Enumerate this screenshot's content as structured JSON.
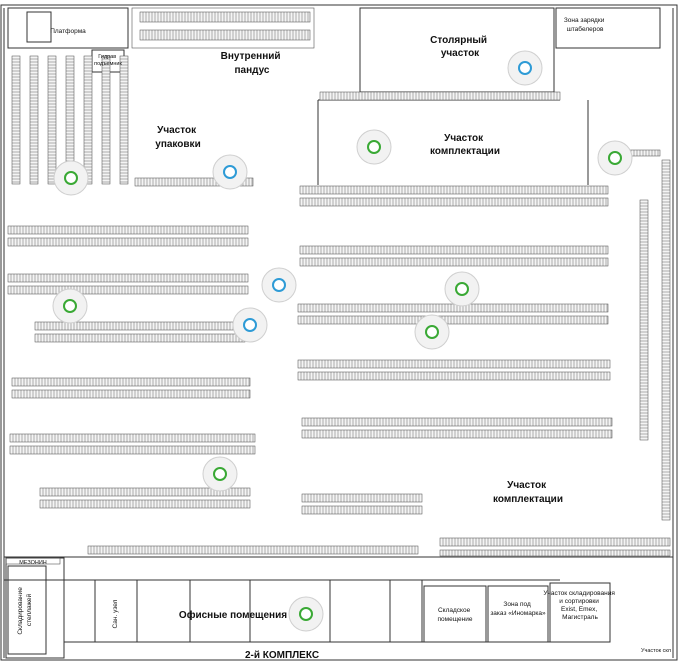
{
  "labels": {
    "platform": "Платформа",
    "hydraulic_lift": "Гидрав подъемник",
    "inner_ramp": "Внутренний пандус",
    "carpentry": "Столярный участок",
    "stacker_charging": "Зона зарядки штабелеров",
    "packing": "Участок упаковки",
    "picking_top": "Участок комплектации",
    "picking_bottom": "Участок комплектации",
    "mezzanine": "МЕЗОНИН",
    "stairs_storage": "Складирование стеллажей",
    "bathroom": "Сан. узел",
    "offices": "Офисные помещения",
    "warehouse_room": "Складское помещение",
    "order_zone": "Зона под заказ «Иномарка»",
    "exist_zone": "Участок складирования и сортировки Exist, Emex, Магистраль",
    "complex2": "2-й КОМПЛЕКС",
    "bottom_right": "Участок скл"
  },
  "access_points": [
    {
      "id": "ap-1",
      "status_color": "#3aa935"
    },
    {
      "id": "ap-2",
      "status_color": "#2e9bd6"
    },
    {
      "id": "ap-3",
      "status_color": "#3aa935"
    },
    {
      "id": "ap-4",
      "status_color": "#2e9bd6"
    },
    {
      "id": "ap-5",
      "status_color": "#3aa935"
    },
    {
      "id": "ap-6",
      "status_color": "#3aa935"
    },
    {
      "id": "ap-7",
      "status_color": "#2e9bd6"
    },
    {
      "id": "ap-8",
      "status_color": "#3aa935"
    },
    {
      "id": "ap-9",
      "status_color": "#2e9bd6"
    },
    {
      "id": "ap-10",
      "status_color": "#3aa935"
    },
    {
      "id": "ap-11",
      "status_color": "#3aa935"
    },
    {
      "id": "ap-12",
      "status_color": "#3aa935"
    },
    {
      "id": "ap-13",
      "status_color": "#2e9bd6"
    }
  ]
}
